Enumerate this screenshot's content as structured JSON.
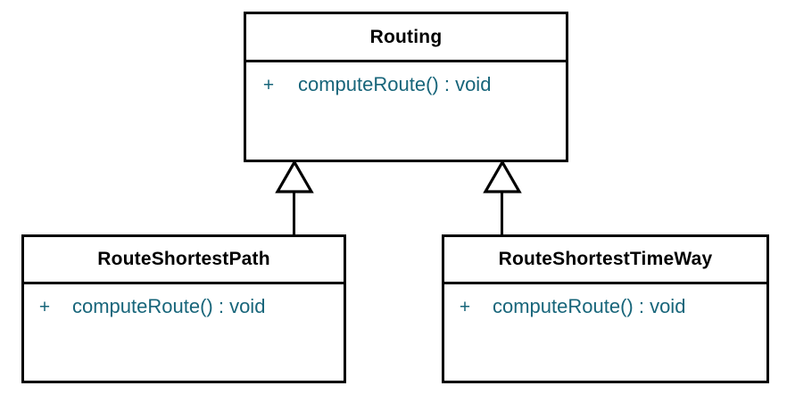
{
  "diagram": {
    "type": "uml-class-diagram",
    "background_color": "#ffffff",
    "border_color": "#000000",
    "title_color": "#000000",
    "member_color": "#17657a",
    "classes": [
      {
        "id": "routing",
        "name": "Routing",
        "role": "superclass",
        "members": [
          {
            "visibility": "+",
            "signature": "computeRoute() : void"
          }
        ]
      },
      {
        "id": "route-shortest-path",
        "name": "RouteShortestPath",
        "role": "subclass",
        "members": [
          {
            "visibility": "+",
            "signature": "computeRoute() : void"
          }
        ]
      },
      {
        "id": "route-shortest-time-way",
        "name": "RouteShortestTimeWay",
        "role": "subclass",
        "members": [
          {
            "visibility": "+",
            "signature": "computeRoute() : void"
          }
        ]
      }
    ],
    "relationships": [
      {
        "id": "gen-left",
        "kind": "generalization",
        "from": "RouteShortestPath",
        "to": "Routing",
        "arrowhead": "hollow-triangle"
      },
      {
        "id": "gen-right",
        "kind": "generalization",
        "from": "RouteShortestTimeWay",
        "to": "Routing",
        "arrowhead": "hollow-triangle"
      }
    ]
  }
}
